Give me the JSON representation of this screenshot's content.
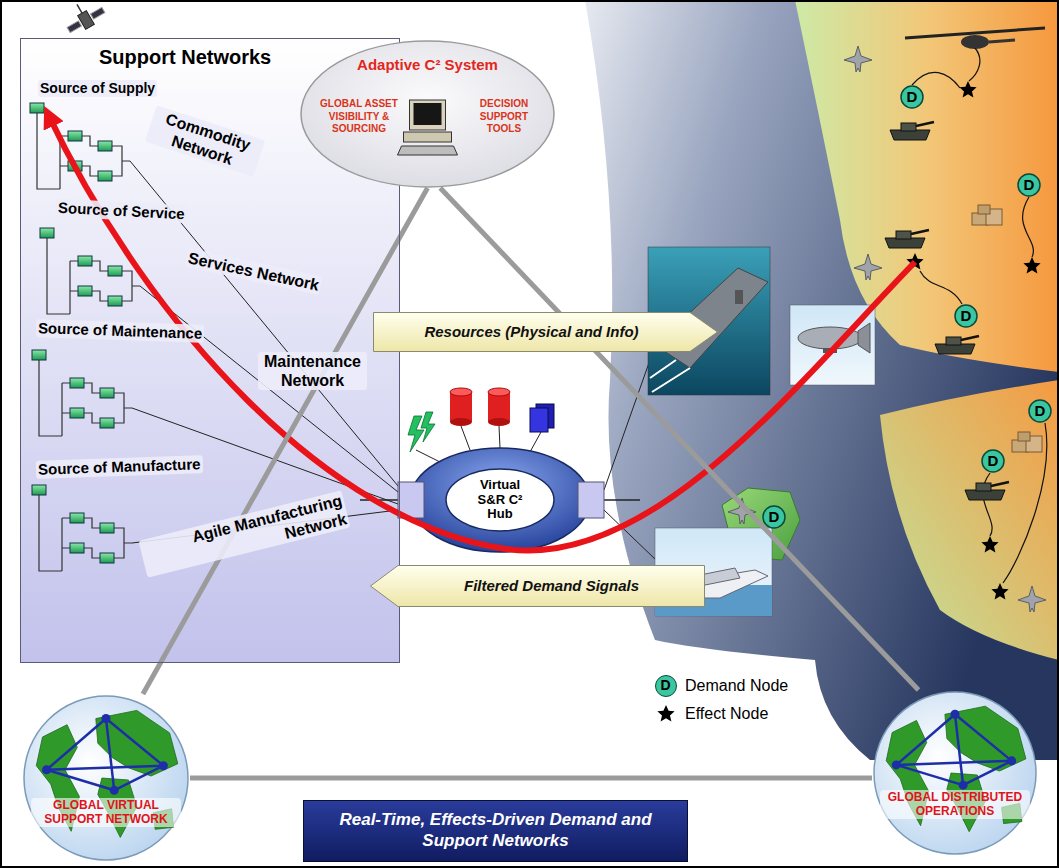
{
  "diagram": {
    "nodes": [
      {
        "text": [
          "Support Networks"
        ]
      },
      {
        "text": [
          "Adaptive C² System",
          "GLOBAL ASSET VISIBILITY & SOURCING",
          "DECISION SUPPORT TOOLS"
        ]
      },
      {
        "text": [
          "Resources (Physical and Info)"
        ]
      },
      {
        "text": [
          "Virtual S&R C² Hub"
        ]
      },
      {
        "text": [
          "D"
        ]
      },
      {
        "text": [
          "D"
        ]
      },
      {
        "text": [
          "D"
        ]
      },
      {
        "text": [
          "D"
        ]
      },
      {
        "text": [
          "D"
        ]
      },
      {
        "text": [
          "D"
        ]
      },
      {
        "text": [
          "Filtered Demand Signals"
        ]
      },
      {
        "text": [
          "GLOBAL VIRTUAL SUPPORT NETWORK"
        ]
      },
      {
        "text": [
          "GLOBAL DISTRIBUTED OPERATIONS"
        ]
      },
      {
        "text": [
          "Real-Time, Effects-Driven Demand and Support Networks"
        ]
      }
    ],
    "edges": [
      {
        "from": 11,
        "to": 1,
        "arrow": "none"
      },
      {
        "from": 12,
        "to": 1,
        "arrow": "none"
      },
      {
        "from": 11,
        "to": 12,
        "arrow": "none"
      }
    ],
    "labels": [
      "Source of Supply",
      "Commodity Network",
      "Source of Service",
      "Services Network",
      "Source of Maintenance",
      "Maintenance Network",
      "Source of Manufacture",
      "Agile Manufacturing Network",
      "D"
    ],
    "legend": [
      {
        "text": "Demand Node"
      },
      {
        "text": "Effect Node"
      }
    ]
  }
}
